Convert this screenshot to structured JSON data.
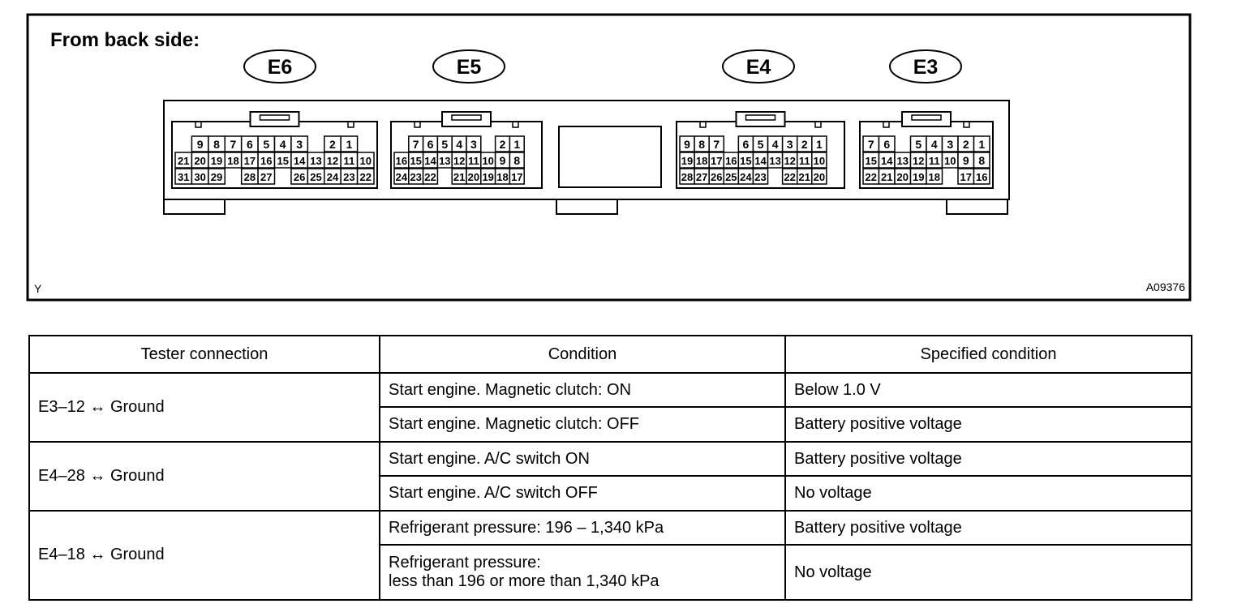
{
  "diagram": {
    "title": "From back side:",
    "corner_left": "Y",
    "corner_right": "A09376",
    "connectors": [
      {
        "id": "E6",
        "rows": [
          [
            "",
            "9",
            "8",
            "7",
            "6",
            "5",
            "4",
            "3",
            "",
            "2",
            "1",
            ""
          ],
          [
            "21",
            "20",
            "19",
            "18",
            "17",
            "16",
            "15",
            "14",
            "13",
            "12",
            "11",
            "10"
          ],
          [
            "31",
            "30",
            "29",
            "",
            "28",
            "27",
            "",
            "26",
            "25",
            "24",
            "23",
            "22"
          ]
        ]
      },
      {
        "id": "E5",
        "rows": [
          [
            "",
            "7",
            "6",
            "5",
            "4",
            "3",
            "",
            "2",
            "1",
            ""
          ],
          [
            "16",
            "15",
            "14",
            "13",
            "12",
            "11",
            "10",
            "9",
            "8",
            ""
          ],
          [
            "24",
            "23",
            "22",
            "",
            "21",
            "20",
            "19",
            "18",
            "17",
            ""
          ]
        ]
      },
      {
        "id": "E4",
        "rows": [
          [
            "9",
            "8",
            "7",
            "",
            "6",
            "5",
            "4",
            "3",
            "2",
            "1",
            ""
          ],
          [
            "19",
            "18",
            "17",
            "16",
            "15",
            "14",
            "13",
            "12",
            "11",
            "10",
            ""
          ],
          [
            "28",
            "27",
            "26",
            "25",
            "24",
            "23",
            "",
            "22",
            "21",
            "20",
            ""
          ]
        ]
      },
      {
        "id": "E3",
        "rows": [
          [
            "7",
            "6",
            "",
            "5",
            "4",
            "3",
            "2",
            "1"
          ],
          [
            "15",
            "14",
            "13",
            "12",
            "11",
            "10",
            "9",
            "8"
          ],
          [
            "22",
            "21",
            "20",
            "19",
            "18",
            "",
            "17",
            "16"
          ]
        ]
      }
    ]
  },
  "table": {
    "headers": [
      "Tester connection",
      "Condition",
      "Specified condition"
    ],
    "groups": [
      {
        "connection": "E3–12 ↔ Ground",
        "rows": [
          {
            "condition": "Start engine. Magnetic clutch: ON",
            "spec": "Below 1.0 V"
          },
          {
            "condition": "Start engine. Magnetic clutch: OFF",
            "spec": "Battery positive voltage"
          }
        ]
      },
      {
        "connection": "E4–28 ↔ Ground",
        "rows": [
          {
            "condition": "Start engine. A/C switch ON",
            "spec": "Battery positive voltage"
          },
          {
            "condition": "Start engine. A/C switch OFF",
            "spec": "No voltage"
          }
        ]
      },
      {
        "connection": "E4–18 ↔ Ground",
        "rows": [
          {
            "condition": "Refrigerant pressure: 196 – 1,340 kPa",
            "spec": "Battery positive voltage"
          },
          {
            "condition": "Refrigerant pressure:",
            "condition_line2": "less than 196 or more than 1,340 kPa",
            "spec": "No voltage"
          }
        ]
      }
    ]
  }
}
